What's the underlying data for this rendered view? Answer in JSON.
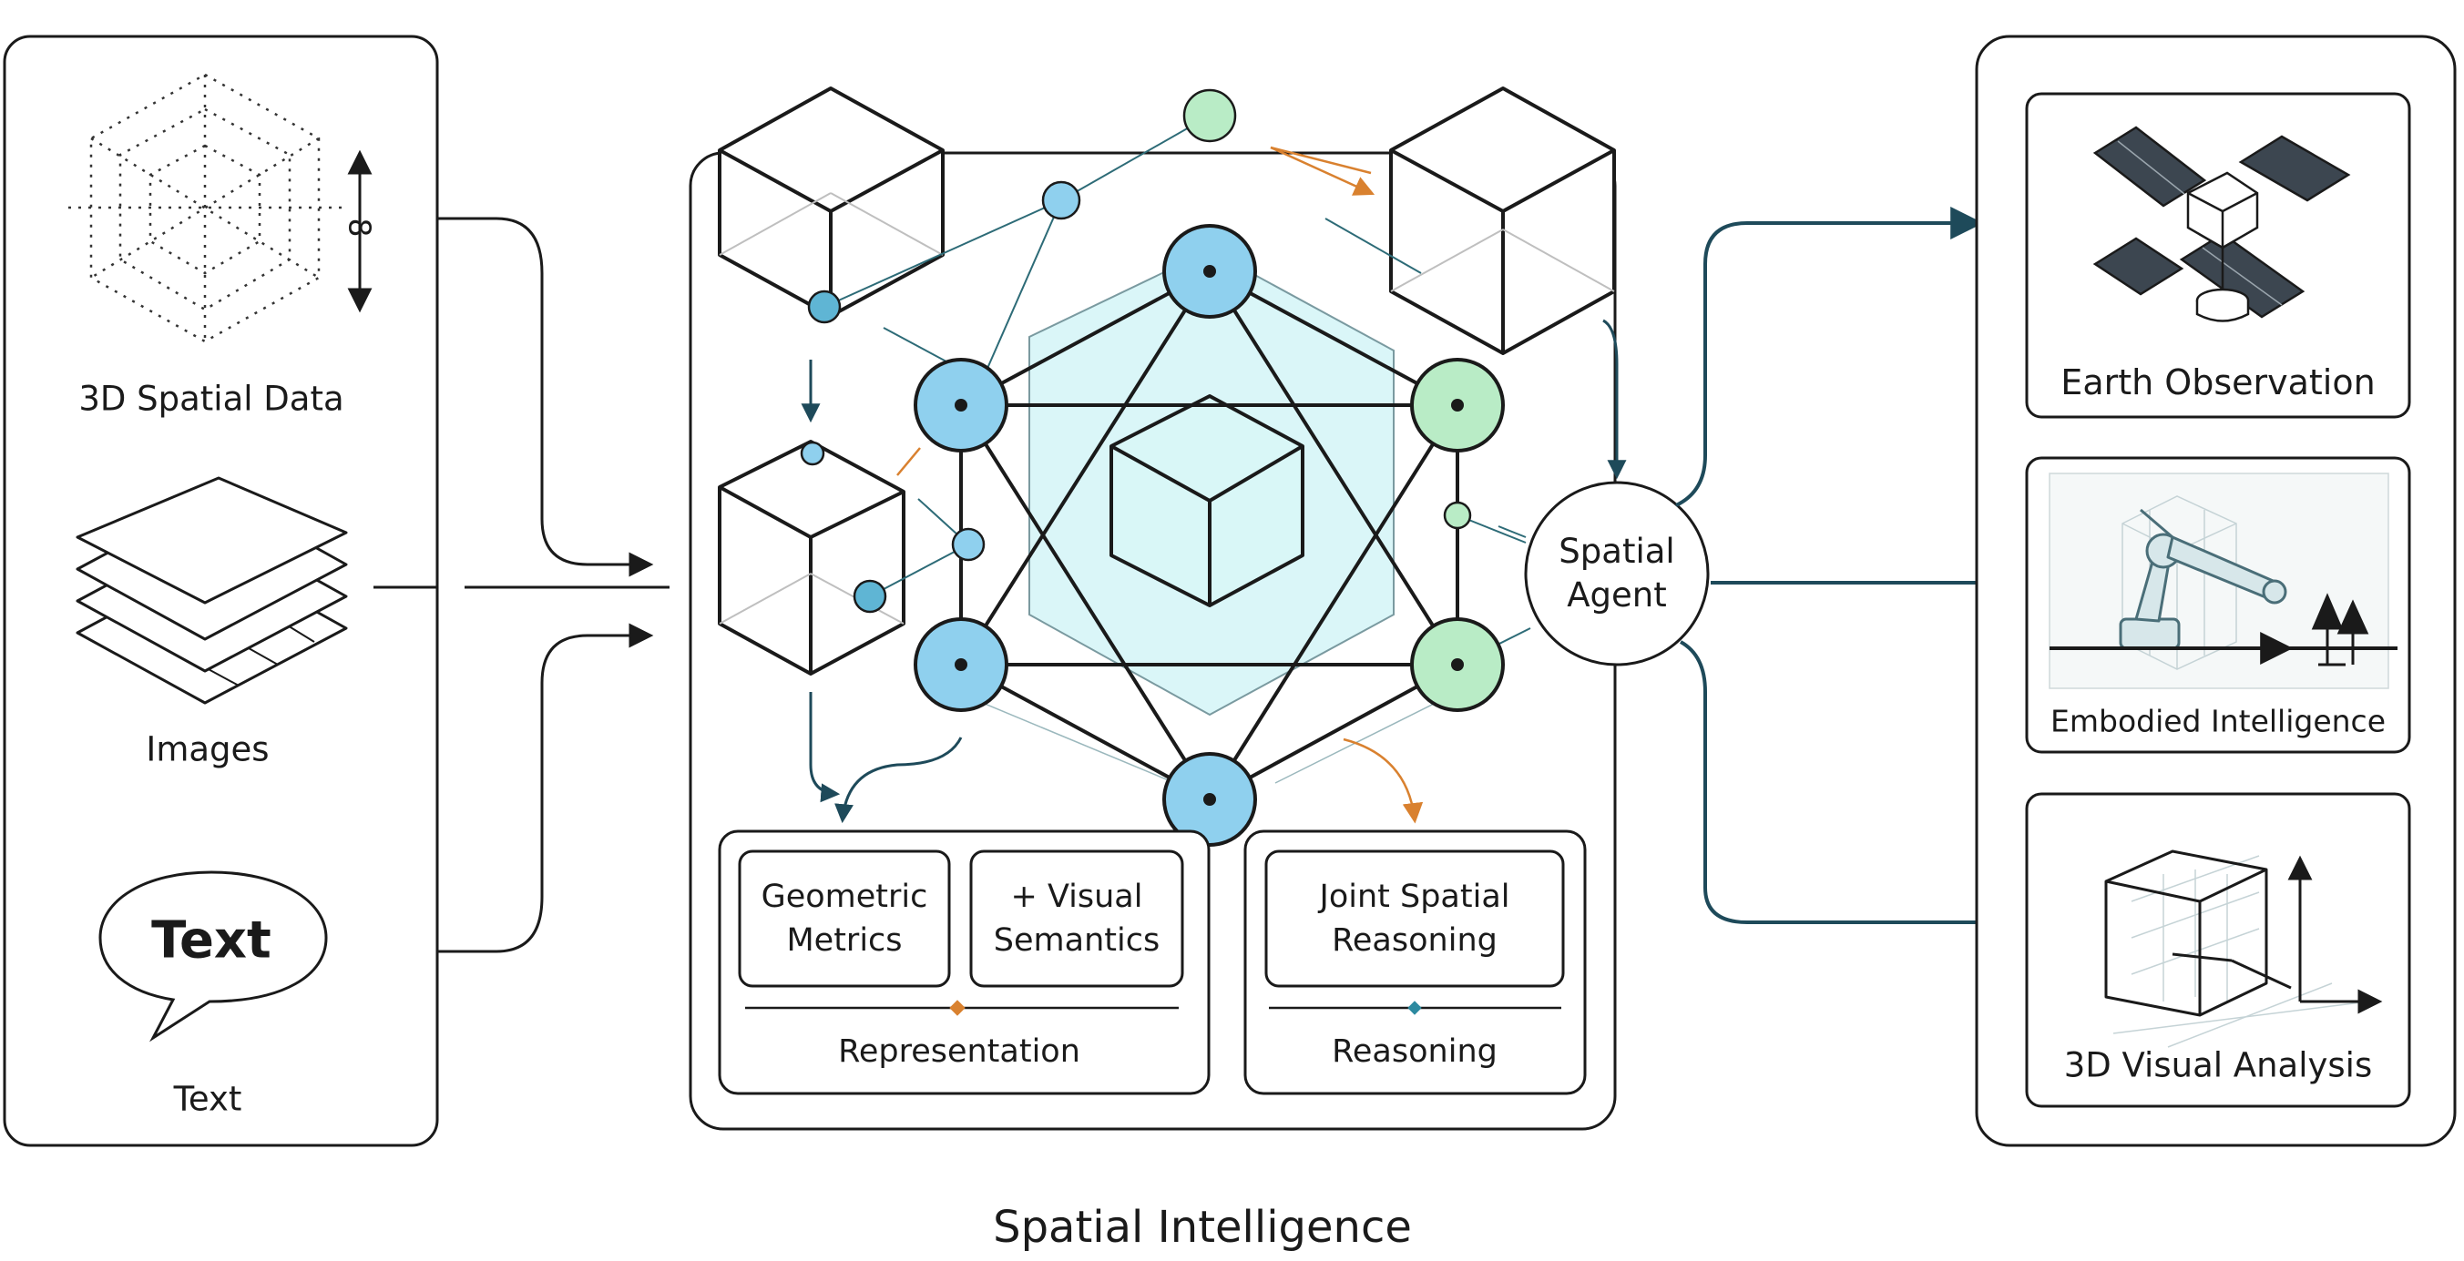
{
  "inputs": {
    "spatial_data_label": "3D Spatial Data",
    "dimension_mark": "8",
    "images_label": "Images",
    "speech_text": "Text",
    "text_label": "Text"
  },
  "core": {
    "agent_label": "Spatial\nAgent",
    "representation": {
      "geometric_metrics": "Geometric\nMetrics",
      "visual_semantics": "+ Visual\nSemantics",
      "title": "Representation"
    },
    "reasoning": {
      "joint_spatial_reasoning": "Joint Spatial\nReasoning",
      "title": "Reasoning"
    }
  },
  "applications": {
    "earth_observation": "Earth Observation",
    "embodied_intelligence": "Embodied Intelligence",
    "visual_analysis": "3D Visual Analysis"
  },
  "caption": "Spatial Intelligence",
  "colors": {
    "ink": "#1a1a1a",
    "teal_arrow": "#1e4a5a",
    "node_blue": "#8fd0ee",
    "node_green": "#b9ecc6",
    "cube_fill": "#c6f1f4",
    "accent_orange": "#d9812f"
  }
}
